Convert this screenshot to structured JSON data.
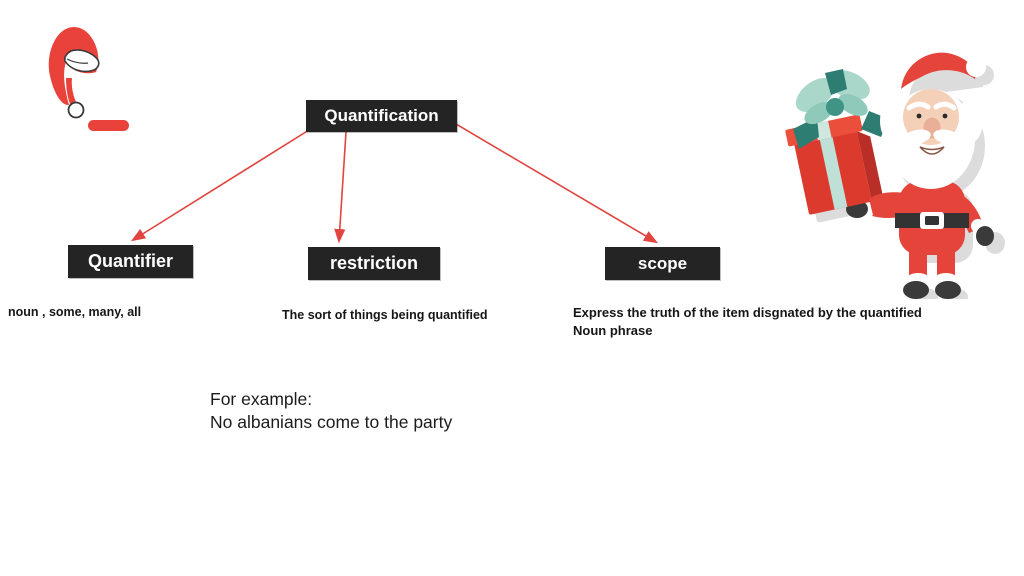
{
  "slide": {
    "background_color": "#ffffff",
    "accent_red": "#e0453f",
    "node_box_color": "#242424",
    "node_text_color": "#ffffff"
  },
  "diagram": {
    "root": {
      "label": "Quantification"
    },
    "children": [
      {
        "label": "Quantifier",
        "desc_lines": [
          "noun , some, many, all"
        ]
      },
      {
        "label": "restriction",
        "desc_lines": [
          "The sort of things being quantified"
        ]
      },
      {
        "label": "scope",
        "desc_lines": [
          "Express the truth of the item disgnated by the quantified",
          "Noun phrase"
        ]
      }
    ]
  },
  "example": {
    "lines": [
      "For example:",
      "No albanians come to the party"
    ]
  },
  "decorations": {
    "top_left": "santa-hat-clipart",
    "top_left_dash": "red-dash",
    "top_right": "santa-claus-with-gift-clipart",
    "santa_red": "#e5443b",
    "ribbon_mint": "#a9d8cb",
    "ribbon_teal": "#2e7d72"
  }
}
